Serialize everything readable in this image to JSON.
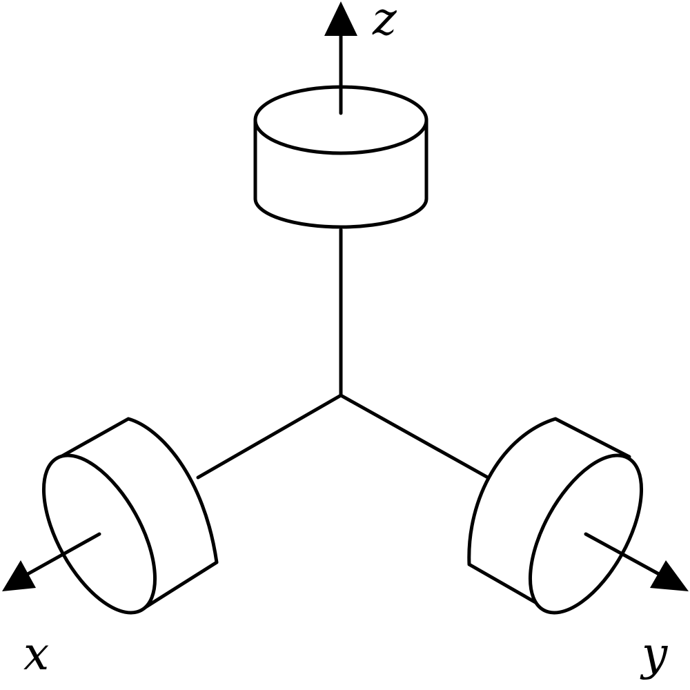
{
  "axes": {
    "x": {
      "label": "x"
    },
    "y": {
      "label": "y"
    },
    "z": {
      "label": "z"
    }
  },
  "colors": {
    "stroke": "#000000",
    "background": "#ffffff"
  }
}
